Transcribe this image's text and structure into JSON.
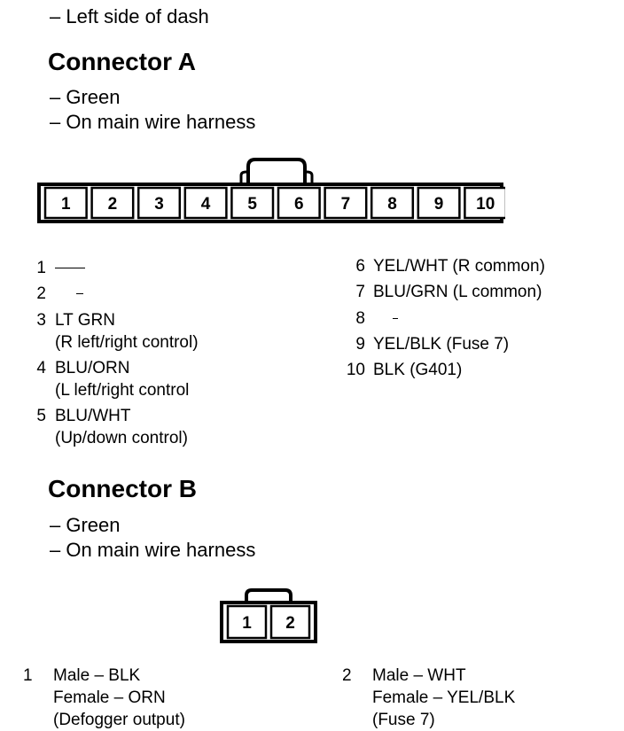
{
  "location_line": "– Left side of dash",
  "connector_a": {
    "title": "Connector A",
    "notes": [
      "– Green",
      "– On main wire harness"
    ],
    "terminals": [
      "1",
      "2",
      "3",
      "4",
      "5",
      "6",
      "7",
      "8",
      "9",
      "10"
    ],
    "pins_left": [
      {
        "num": "1",
        "line1": "",
        "line2": ""
      },
      {
        "num": "2",
        "line1": "",
        "line2": ""
      },
      {
        "num": "3",
        "line1": "LT GRN",
        "line2": "(R left/right control)"
      },
      {
        "num": "4",
        "line1": "BLU/ORN",
        "line2": "(L left/right control"
      },
      {
        "num": "5",
        "line1": "BLU/WHT",
        "line2": "(Up/down control)"
      }
    ],
    "pins_right": [
      {
        "num": "6",
        "line1": "YEL/WHT (R common)"
      },
      {
        "num": "7",
        "line1": "BLU/GRN (L common)"
      },
      {
        "num": "8",
        "line1": ""
      },
      {
        "num": "9",
        "line1": "YEL/BLK (Fuse 7)"
      },
      {
        "num": "10",
        "line1": "BLK (G401)"
      }
    ]
  },
  "connector_b": {
    "title": "Connector B",
    "notes": [
      "– Green",
      "– On main wire harness"
    ],
    "terminals": [
      "1",
      "2"
    ],
    "pins": [
      {
        "num": "1",
        "male": "Male – BLK",
        "female": "Female – ORN",
        "note": "(Defogger output)"
      },
      {
        "num": "2",
        "male": "Male – WHT",
        "female": "Female – YEL/BLK",
        "note": "(Fuse 7)"
      }
    ]
  }
}
